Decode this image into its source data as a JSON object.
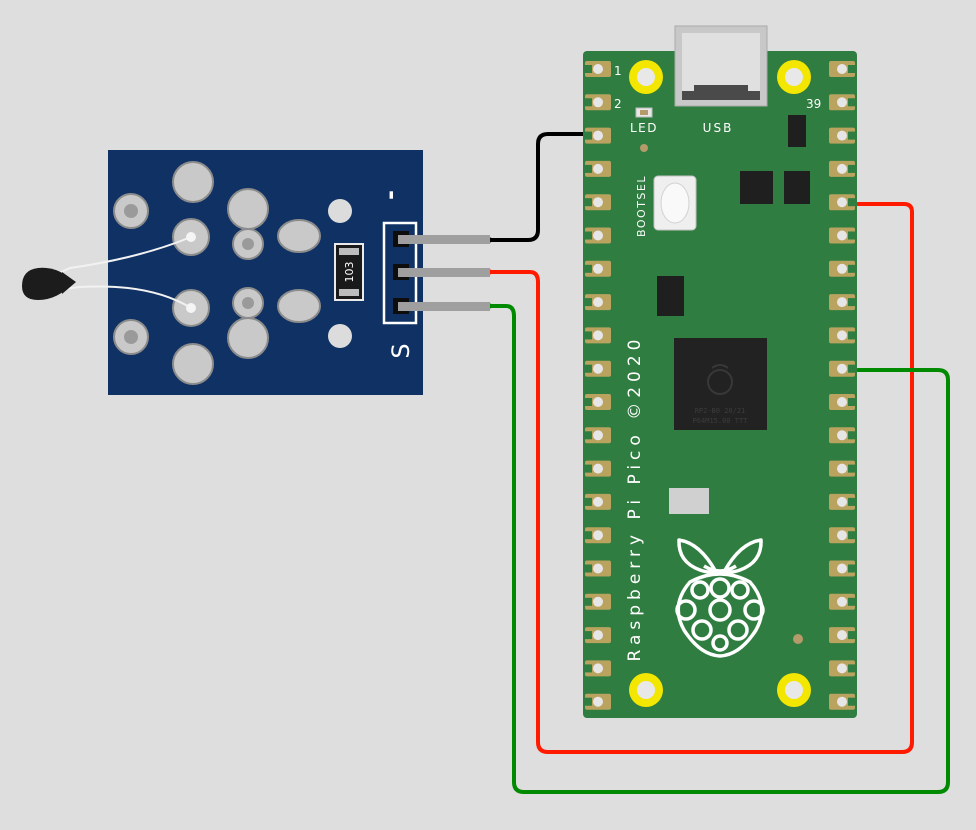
{
  "sensor_module": {
    "resistor_code": "103",
    "pin_minus_label": "-",
    "pin_signal_label": "S"
  },
  "pico": {
    "name_text": "Raspberry Pi Pico ©2020",
    "led_label": "LED",
    "usb_label": "USB",
    "bootsel_label": "BOOTSEL",
    "pin_label_1": "1",
    "pin_label_2": "2",
    "pin_label_39": "39",
    "chip_line_1": "RP2-B0  20/21",
    "chip_line_2": "P64M15.00 TTT"
  },
  "colors": {
    "background": "#dedede",
    "module_board": "#0f3163",
    "pico_board": "#2f7d40",
    "wire_gnd": "#000000",
    "wire_vcc": "#ff1a00",
    "wire_signal": "#008a00",
    "pad_gold": "#b9a35f",
    "mount_hole_yellow": "#f3e600"
  }
}
